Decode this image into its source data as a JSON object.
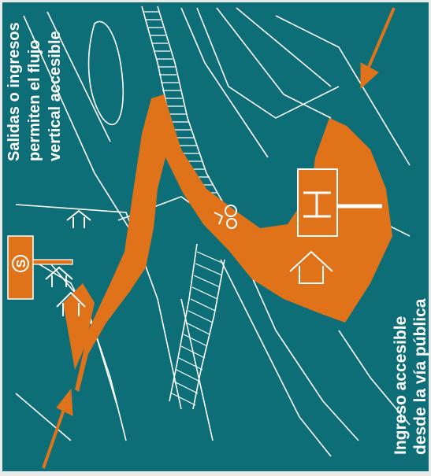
{
  "colors": {
    "background": "#0d6e78",
    "accent": "#e07319",
    "line": "#ffffff",
    "border": "#e9eaea"
  },
  "labels": {
    "exits_line1": "Salidas o ingresos",
    "exits_line2": "permiten el flujo",
    "exits_line3": "vertical accesible",
    "entry_line1": "Ingreso accesible",
    "entry_line2": "desde la vía pública"
  },
  "signs": {
    "elevator_sign": "S",
    "h_sign": "H"
  },
  "icons": [
    "arrow-icon",
    "accessible-icon",
    "wheelchair-icon",
    "elevator-sign-icon"
  ]
}
